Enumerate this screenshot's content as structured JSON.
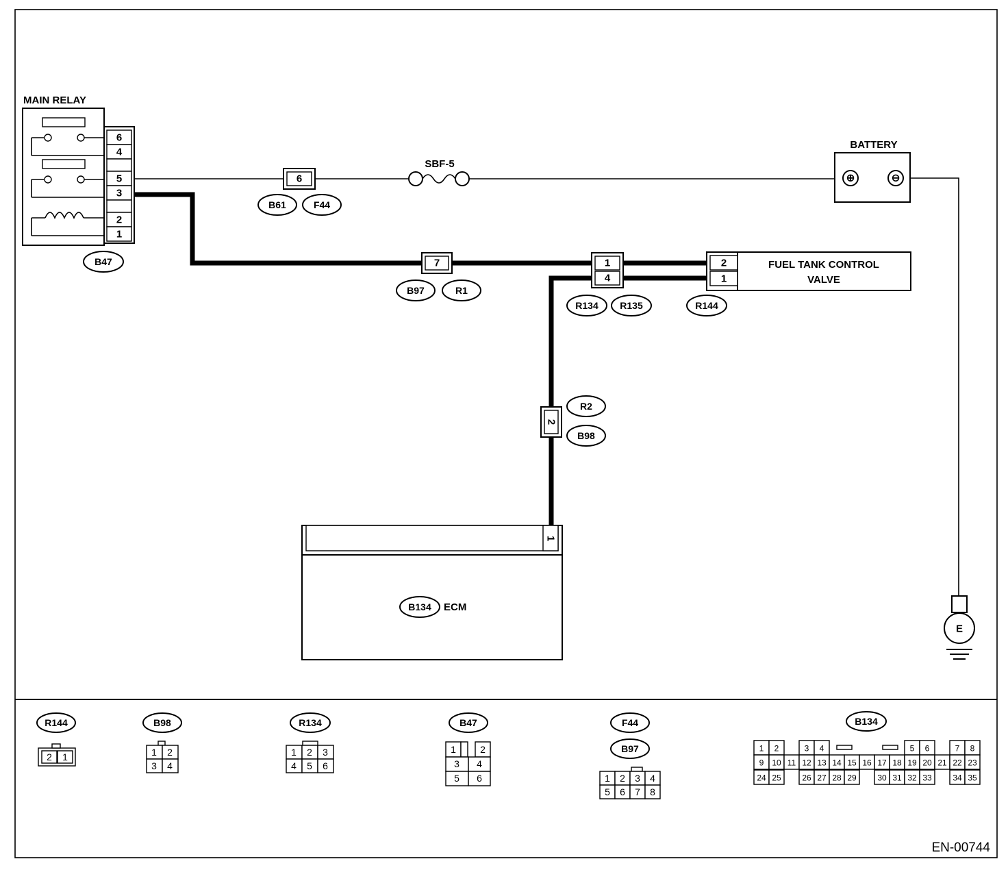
{
  "components": {
    "main_relay": "MAIN RELAY",
    "battery": "BATTERY",
    "fuse": "SBF-5",
    "valve_line1": "FUEL TANK CONTROL",
    "valve_line2": "VALVE",
    "ecm": "ECM",
    "ground": "E",
    "battery_pos": "⊕",
    "battery_neg": "⊖"
  },
  "connector_ids": {
    "b47": "B47",
    "b61": "B61",
    "f44": "F44",
    "b97": "B97",
    "r1": "R1",
    "r134": "R134",
    "r135": "R135",
    "r144": "R144",
    "r2": "R2",
    "b98": "B98",
    "b134": "B134"
  },
  "relay_pins": [
    "6",
    "4",
    "",
    "5",
    "3",
    "",
    "2",
    "1"
  ],
  "inline_pins": {
    "b61_f44": "6",
    "b97_r1": "7",
    "r134_top": "1",
    "r134_bottom": "4",
    "r144_top": "2",
    "r144_bottom": "1",
    "r2_b98": "2",
    "ecm": "1"
  },
  "connector_views": {
    "r144": {
      "id": "R144",
      "pins": [
        "2",
        "1"
      ]
    },
    "b98": {
      "id": "B98",
      "pins": [
        "1",
        "2",
        "3",
        "4"
      ]
    },
    "r134": {
      "id": "R134",
      "pins": [
        "1",
        "2",
        "3",
        "4",
        "5",
        "6"
      ]
    },
    "b47": {
      "id": "B47",
      "pins": [
        "1",
        "2",
        "3",
        "4",
        "5",
        "6"
      ]
    },
    "f44_b97": {
      "ids": [
        "F44",
        "B97"
      ],
      "pins": [
        "1",
        "2",
        "3",
        "4",
        "5",
        "6",
        "7",
        "8"
      ]
    },
    "b134": {
      "id": "B134",
      "pins": [
        "1",
        "2",
        "3",
        "4",
        "5",
        "6",
        "7",
        "8",
        "9",
        "10",
        "11",
        "12",
        "13",
        "14",
        "15",
        "16",
        "17",
        "18",
        "19",
        "20",
        "21",
        "22",
        "23",
        "24",
        "25",
        "26",
        "27",
        "28",
        "29",
        "30",
        "31",
        "32",
        "33",
        "34",
        "35"
      ]
    }
  },
  "document_id": "EN-00744"
}
